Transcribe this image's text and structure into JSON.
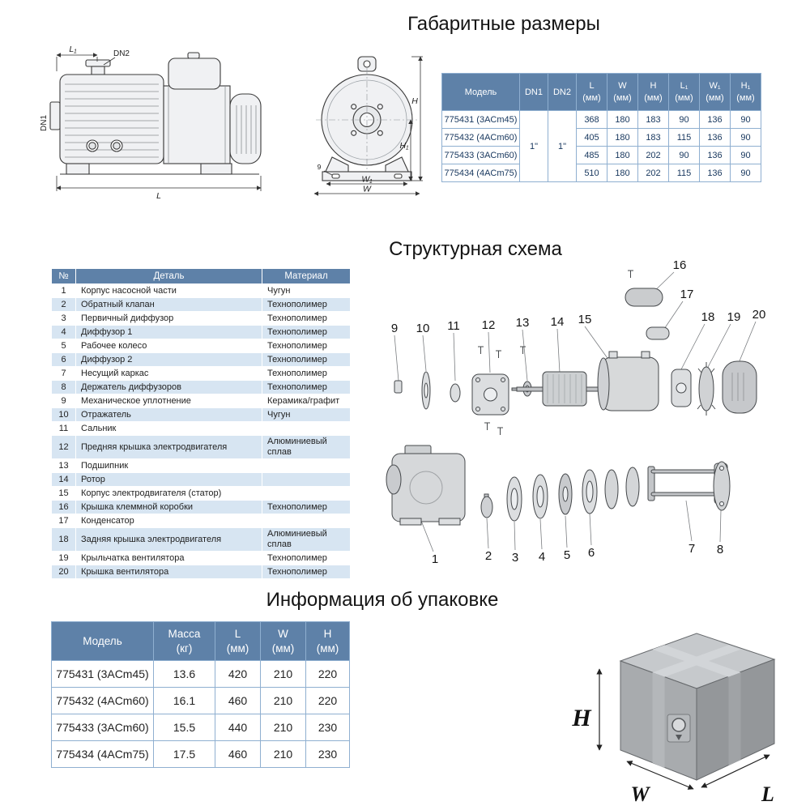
{
  "titles": {
    "dimensions": "Габаритные размеры",
    "structure": "Структурная схема",
    "packaging": "Информация об упаковке"
  },
  "dim_drawing": {
    "side": {
      "l1": "L₁",
      "dn2": "DN2",
      "dn1": "DN1",
      "l": "L"
    },
    "front": {
      "h": "H",
      "h1": "H₁",
      "w1": "W₁",
      "w": "W",
      "nine": "9"
    }
  },
  "dim_table": {
    "headers": {
      "model": "Модель",
      "dn1": "DN1",
      "dn2": "DN2",
      "l": "L",
      "w": "W",
      "h": "H",
      "l1": "L₁",
      "w1": "W₁",
      "h1": "H₁",
      "unit": "(мм)"
    },
    "dn1_value": "1\"",
    "dn2_value": "1\"",
    "rows": [
      {
        "model": "775431 (3ACm45)",
        "l": "368",
        "w": "180",
        "h": "183",
        "l1": "90",
        "w1": "136",
        "h1": "90"
      },
      {
        "model": "775432 (4ACm60)",
        "l": "405",
        "w": "180",
        "h": "183",
        "l1": "115",
        "w1": "136",
        "h1": "90"
      },
      {
        "model": "775433 (3ACm60)",
        "l": "485",
        "w": "180",
        "h": "202",
        "l1": "90",
        "w1": "136",
        "h1": "90"
      },
      {
        "model": "775434 (4ACm75)",
        "l": "510",
        "w": "180",
        "h": "202",
        "l1": "115",
        "w1": "136",
        "h1": "90"
      }
    ]
  },
  "parts_table": {
    "headers": {
      "num": "№",
      "part": "Деталь",
      "material": "Материал"
    },
    "rows": [
      {
        "num": "1",
        "part": "Корпус насосной части",
        "material": "Чугун"
      },
      {
        "num": "2",
        "part": "Обратный клапан",
        "material": "Технополимер"
      },
      {
        "num": "3",
        "part": "Первичный диффузор",
        "material": "Технополимер"
      },
      {
        "num": "4",
        "part": "Диффузор 1",
        "material": "Технополимер"
      },
      {
        "num": "5",
        "part": "Рабочее колесо",
        "material": "Технополимер"
      },
      {
        "num": "6",
        "part": "Диффузор 2",
        "material": "Технополимер"
      },
      {
        "num": "7",
        "part": "Несущий каркас",
        "material": "Технополимер"
      },
      {
        "num": "8",
        "part": "Держатель диффузоров",
        "material": "Технополимер"
      },
      {
        "num": "9",
        "part": "Механическое уплотнение",
        "material": "Керамика/графит"
      },
      {
        "num": "10",
        "part": "Отражатель",
        "material": "Чугун"
      },
      {
        "num": "11",
        "part": "Сальник",
        "material": ""
      },
      {
        "num": "12",
        "part": "Предняя крышка электродвигателя",
        "material": "Алюминиевый сплав"
      },
      {
        "num": "13",
        "part": "Подшипник",
        "material": ""
      },
      {
        "num": "14",
        "part": "Ротор",
        "material": ""
      },
      {
        "num": "15",
        "part": "Корпус электродвигателя (статор)",
        "material": ""
      },
      {
        "num": "16",
        "part": "Крышка клеммной коробки",
        "material": "Технополимер"
      },
      {
        "num": "17",
        "part": "Конденсатор",
        "material": ""
      },
      {
        "num": "18",
        "part": "Задняя крышка электродвигателя",
        "material": "Алюминиевый сплав"
      },
      {
        "num": "19",
        "part": "Крыльчатка вентилятора",
        "material": "Технополимер"
      },
      {
        "num": "20",
        "part": "Крышка вентилятора",
        "material": "Технополимер"
      }
    ]
  },
  "exploded": {
    "labels_top": [
      "9",
      "10",
      "11",
      "12",
      "13",
      "14",
      "15",
      "16",
      "17",
      "18",
      "19",
      "20"
    ],
    "labels_bottom": [
      "1",
      "2",
      "3",
      "4",
      "5",
      "6",
      "7",
      "8"
    ]
  },
  "pack_table": {
    "headers": {
      "model": "Модель",
      "mass": "Масса",
      "mass_unit": "(кг)",
      "l": "L",
      "w": "W",
      "h": "H",
      "unit": "(мм)"
    },
    "rows": [
      {
        "model": "775431 (3ACm45)",
        "mass": "13.6",
        "l": "420",
        "w": "210",
        "h": "220"
      },
      {
        "model": "775432 (4ACm60)",
        "mass": "16.1",
        "l": "460",
        "w": "210",
        "h": "220"
      },
      {
        "model": "775433 (3ACm60)",
        "mass": "15.5",
        "l": "440",
        "w": "210",
        "h": "230"
      },
      {
        "model": "775434 (4ACm75)",
        "mass": "17.5",
        "l": "460",
        "w": "210",
        "h": "230"
      }
    ]
  },
  "box": {
    "h": "H",
    "w": "W",
    "l": "L"
  }
}
